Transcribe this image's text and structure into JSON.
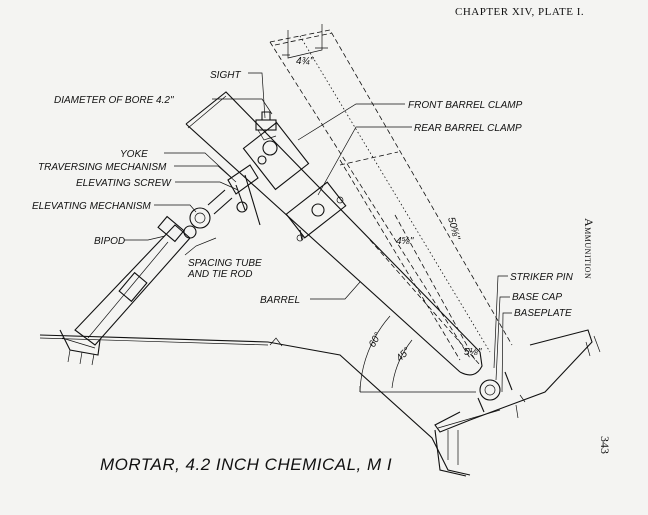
{
  "header": {
    "chapter_plate": "CHAPTER XIV, PLATE I."
  },
  "side_heading": "Ammunition",
  "page_number": "343",
  "caption": "MORTAR, 4.2 INCH CHEMICAL, M I",
  "labels": {
    "sight": "SIGHT",
    "diameter_of_bore": "DIAMETER OF BORE 4.2\"",
    "front_barrel_clamp": "FRONT BARREL CLAMP",
    "rear_barrel_clamp": "REAR BARREL CLAMP",
    "yoke": "YOKE",
    "traversing_mechanism": "TRAVERSING MECHANISM",
    "elevating_screw": "ELEVATING SCREW",
    "elevating_mechanism": "ELEVATING MECHANISM",
    "bipod": "BIPOD",
    "spacing_tube": "SPACING TUBE",
    "tie_rod": "AND TIE ROD",
    "barrel": "BARREL",
    "striker_pin": "STRIKER PIN",
    "base_cap": "BASE CAP",
    "baseplate": "BASEPLATE"
  },
  "dimensions": {
    "top_width": "4¾\"",
    "mid_width": "4⅝\"",
    "length": "50⅝\"",
    "bottom_width": "5⅛\"",
    "angle_60": "60°",
    "angle_45": "45°"
  }
}
